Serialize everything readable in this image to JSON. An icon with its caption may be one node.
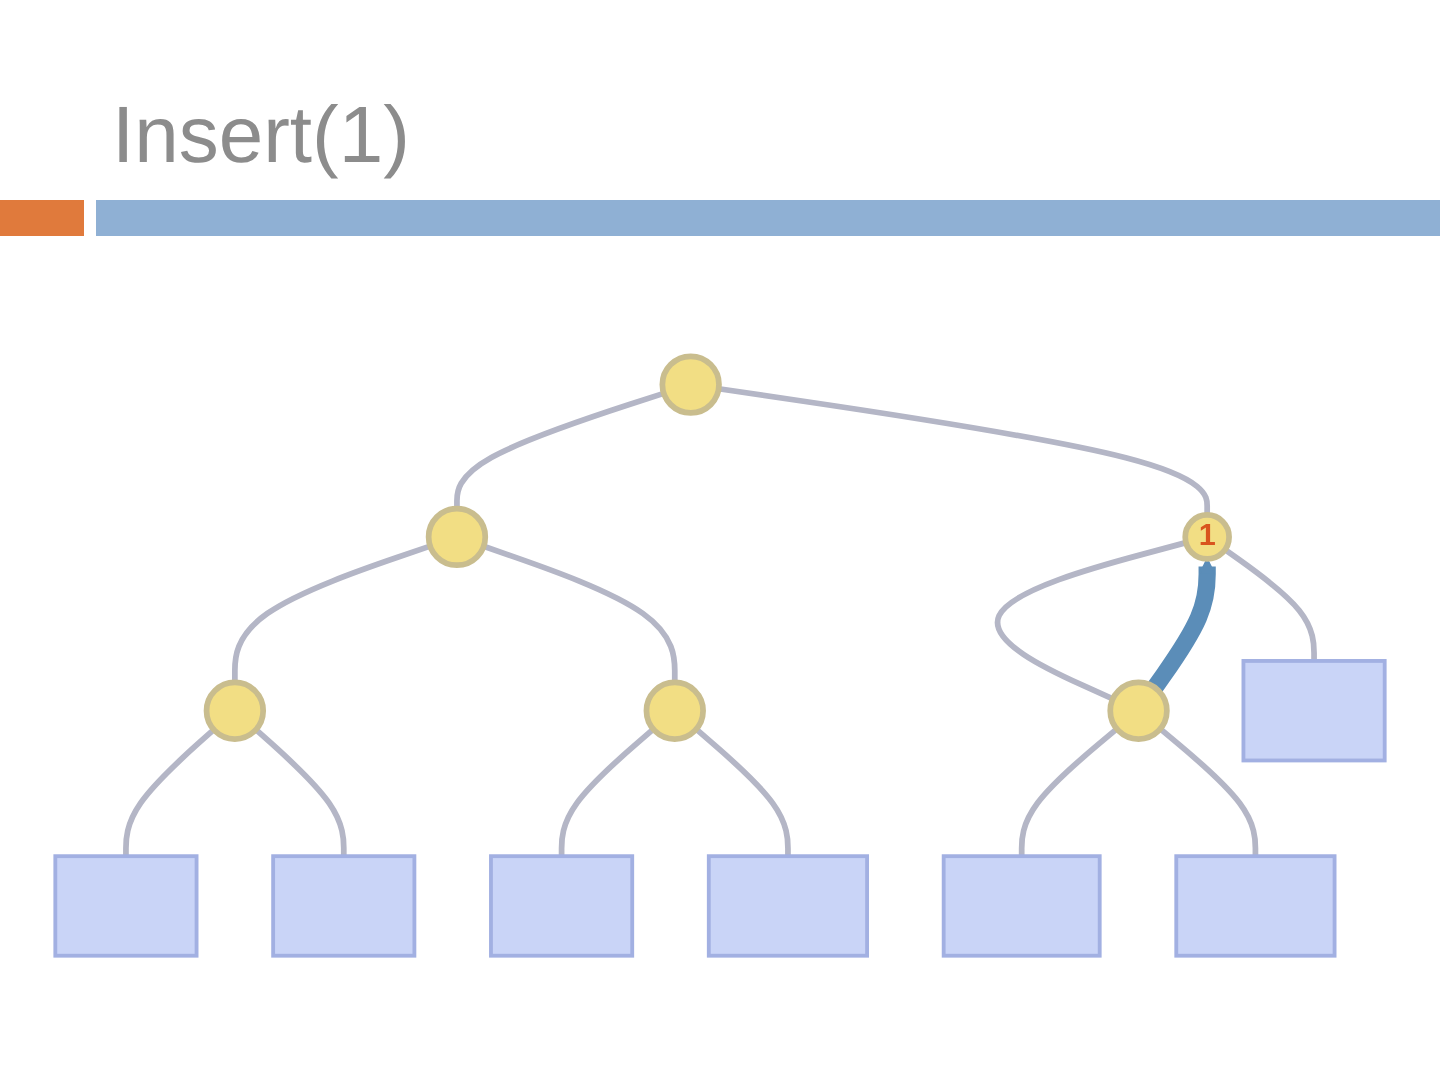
{
  "diagram": {
    "title": "Insert(1)",
    "nodes": [
      {
        "text": [],
        "shape": "circle"
      },
      {
        "text": [],
        "shape": "circle"
      },
      {
        "text": [
          "1"
        ]
      },
      {
        "text": [],
        "shape": "circle"
      },
      {
        "text": [],
        "shape": "circle"
      },
      {
        "text": [],
        "shape": "circle"
      },
      {
        "text": [],
        "shape": "box"
      },
      {
        "text": [],
        "shape": "box"
      },
      {
        "text": [],
        "shape": "box"
      },
      {
        "text": [],
        "shape": "box"
      },
      {
        "text": [],
        "shape": "box"
      },
      {
        "text": [],
        "shape": "box"
      },
      {
        "text": [],
        "shape": "box"
      }
    ],
    "edges": [
      {
        "from": 0,
        "to": 1,
        "arrow": "none"
      },
      {
        "from": 0,
        "to": 2,
        "arrow": "none"
      },
      {
        "from": 1,
        "to": 3,
        "arrow": "none"
      },
      {
        "from": 1,
        "to": 4,
        "arrow": "none"
      },
      {
        "from": 2,
        "to": 5,
        "arrow": "none"
      },
      {
        "from": 2,
        "to": 6,
        "arrow": "none"
      },
      {
        "from": 3,
        "to": 7,
        "arrow": "none"
      },
      {
        "from": 3,
        "to": 8,
        "arrow": "none"
      },
      {
        "from": 4,
        "to": 9,
        "arrow": "none"
      },
      {
        "from": 4,
        "to": 10,
        "arrow": "none"
      },
      {
        "from": 5,
        "to": 11,
        "arrow": "none"
      },
      {
        "from": 5,
        "to": 12,
        "arrow": "none"
      },
      {
        "from": 5,
        "to": 2,
        "arrow": "to",
        "style": "thick",
        "color": "#5b8db8"
      }
    ]
  }
}
